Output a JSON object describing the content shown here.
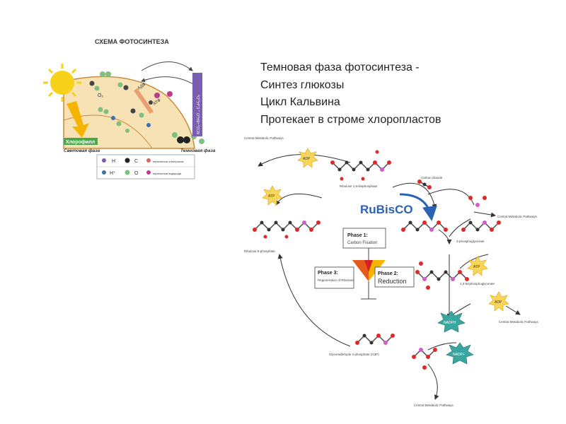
{
  "slide_text": {
    "line1": "Темновая фаза фотосинтеза -",
    "line2": "Синтез глюкозы",
    "line3": "Цикл Кальвина",
    "line4": "Протекает в строме хлоропластов"
  },
  "scheme": {
    "title": "СХЕМА ФОТОСИНТЕЗА",
    "chlorophyll": "Хлорофилл",
    "light_phase": "Световая фаза",
    "dark_phase": "Темновая фаза",
    "adp": "АДФ",
    "atp": "АТФ",
    "o2": "O₂",
    "side_label": "6CO₂+6H₂O→C₆H₁₂O₆",
    "legend": {
      "h": "H",
      "c": "C",
      "h_plus": "H⁺",
      "o": "O",
      "electron_carrier": "переносчик электронов",
      "hydrogen_carrier": "переносчик водорода"
    }
  },
  "calvin": {
    "rubisco": "RuBisCO",
    "phase1_title": "Phase 1:",
    "phase1_sub": "Carbon Fixation",
    "phase2_title": "Phase 2:",
    "phase2_sub": "Reduction",
    "phase3_title": "Phase 3:",
    "phase3_sub": "Regeneration of Ribulose",
    "central_pathways": "Central Metabolic Pathways",
    "ribulose_bp": "Ribulose 1,5-bisphosphate",
    "ribulose_5p": "Ribulose 5-phosphate",
    "carbon_dioxide": "Carbon dioxide",
    "phosphoglycerate_3": "3-phosphoglycerate",
    "bisphosphoglycerate": "1,3-bisphosphoglycerate",
    "g3p": "Glyceraldehyde 3-phosphate (G3P)",
    "atp": "ATP",
    "adp": "ADP",
    "nadph": "NADPH",
    "nadp": "NADP+"
  },
  "colors": {
    "sun": "#f7d11a",
    "chloroplast": "#f7e2b5",
    "chloroplast_edge": "#c98b3a",
    "rubisco": "#2a62b5",
    "arrow_yellow": "#f4b400",
    "oxygen_atom": "#e02828",
    "phosphorus_atom": "#d45ad0",
    "atp_star": "#f9d55a",
    "nadph_star": "#3aa6a0"
  }
}
